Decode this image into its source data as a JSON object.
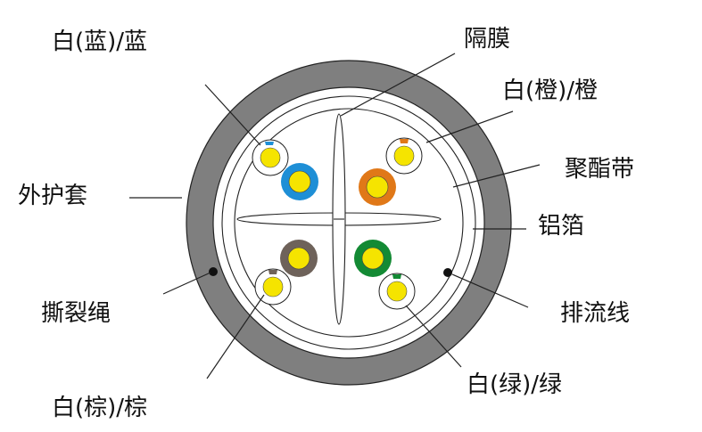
{
  "title": "Cable cross-section diagram",
  "labels": {
    "white_blue": "白(蓝)/蓝",
    "separator": "隔膜",
    "white_orange": "白(橙)/橙",
    "polyester_tape": "聚酯带",
    "outer_jacket": "外护套",
    "aluminum_foil": "铝箔",
    "rip_cord": "撕裂绳",
    "drain_wire": "排流线",
    "white_brown": "白(棕)/棕",
    "white_green": "白(绿)/绿"
  },
  "colors": {
    "jacket": "#7f7f7f",
    "conductor": "#f5e400",
    "blue": "#1e8fd6",
    "orange": "#e07818",
    "brown": "#6e625a",
    "green": "#138a34"
  }
}
